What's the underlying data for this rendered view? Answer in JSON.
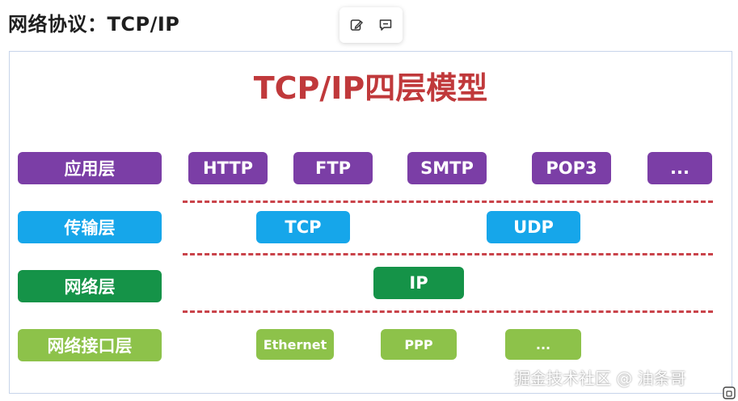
{
  "page_title": "网络协议：TCP/IP",
  "slide_title": "TCP/IP四层模型",
  "toolbar": {
    "icons": [
      "edit-icon",
      "comment-icon"
    ]
  },
  "colors": {
    "application": "#7b3ea6",
    "transport": "#16a6ea",
    "network": "#159348",
    "interface": "#8dc24a",
    "title_red": "#c0393b",
    "separator": "#c9434a"
  },
  "layers": [
    {
      "name": "应用层",
      "protocols": [
        "HTTP",
        "FTP",
        "SMTP",
        "POP3",
        "..."
      ]
    },
    {
      "name": "传输层",
      "protocols": [
        "TCP",
        "UDP"
      ]
    },
    {
      "name": "网络层",
      "protocols": [
        "IP"
      ]
    },
    {
      "name": "网络接口层",
      "protocols": [
        "Ethernet",
        "PPP",
        "..."
      ]
    }
  ],
  "watermark": "掘金技术社区 @ 油条哥"
}
